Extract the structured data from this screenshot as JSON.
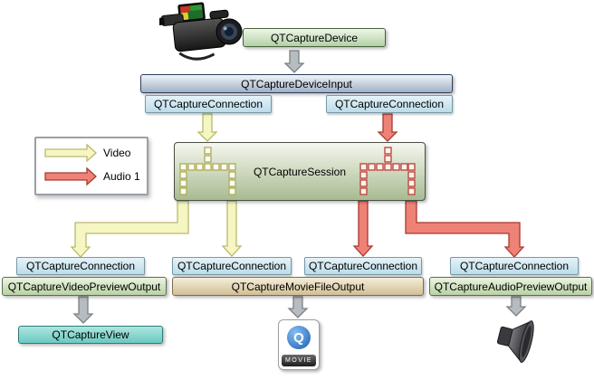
{
  "nodes": {
    "device": "QTCaptureDevice",
    "device_input": "QTCaptureDeviceInput",
    "video_in_connection": "QTCaptureConnection",
    "audio_in_connection": "QTCaptureConnection",
    "session": "QTCaptureSession",
    "video_preview_connection": "QTCaptureConnection",
    "movie_video_connection": "QTCaptureConnection",
    "movie_audio_connection": "QTCaptureConnection",
    "audio_preview_connection": "QTCaptureConnection",
    "video_preview_output": "QTCaptureVideoPreviewOutput",
    "movie_file_output": "QTCaptureMovieFileOutput",
    "audio_preview_output": "QTCaptureAudioPreviewOutput",
    "capture_view": "QTCaptureView"
  },
  "legend": {
    "video_label": "Video",
    "audio_label": "Audio 1"
  },
  "icons": {
    "movie_q": "Q",
    "movie_label": "MOVIE"
  },
  "colors": {
    "video_arrow_fill": "#f6f6c3",
    "video_arrow_stroke": "#b9b96e",
    "audio_arrow_fill": "#ee8277",
    "audio_arrow_stroke": "#a83a30",
    "gray_arrow_fill": "#b7bcc0",
    "gray_arrow_stroke": "#7b8084"
  }
}
